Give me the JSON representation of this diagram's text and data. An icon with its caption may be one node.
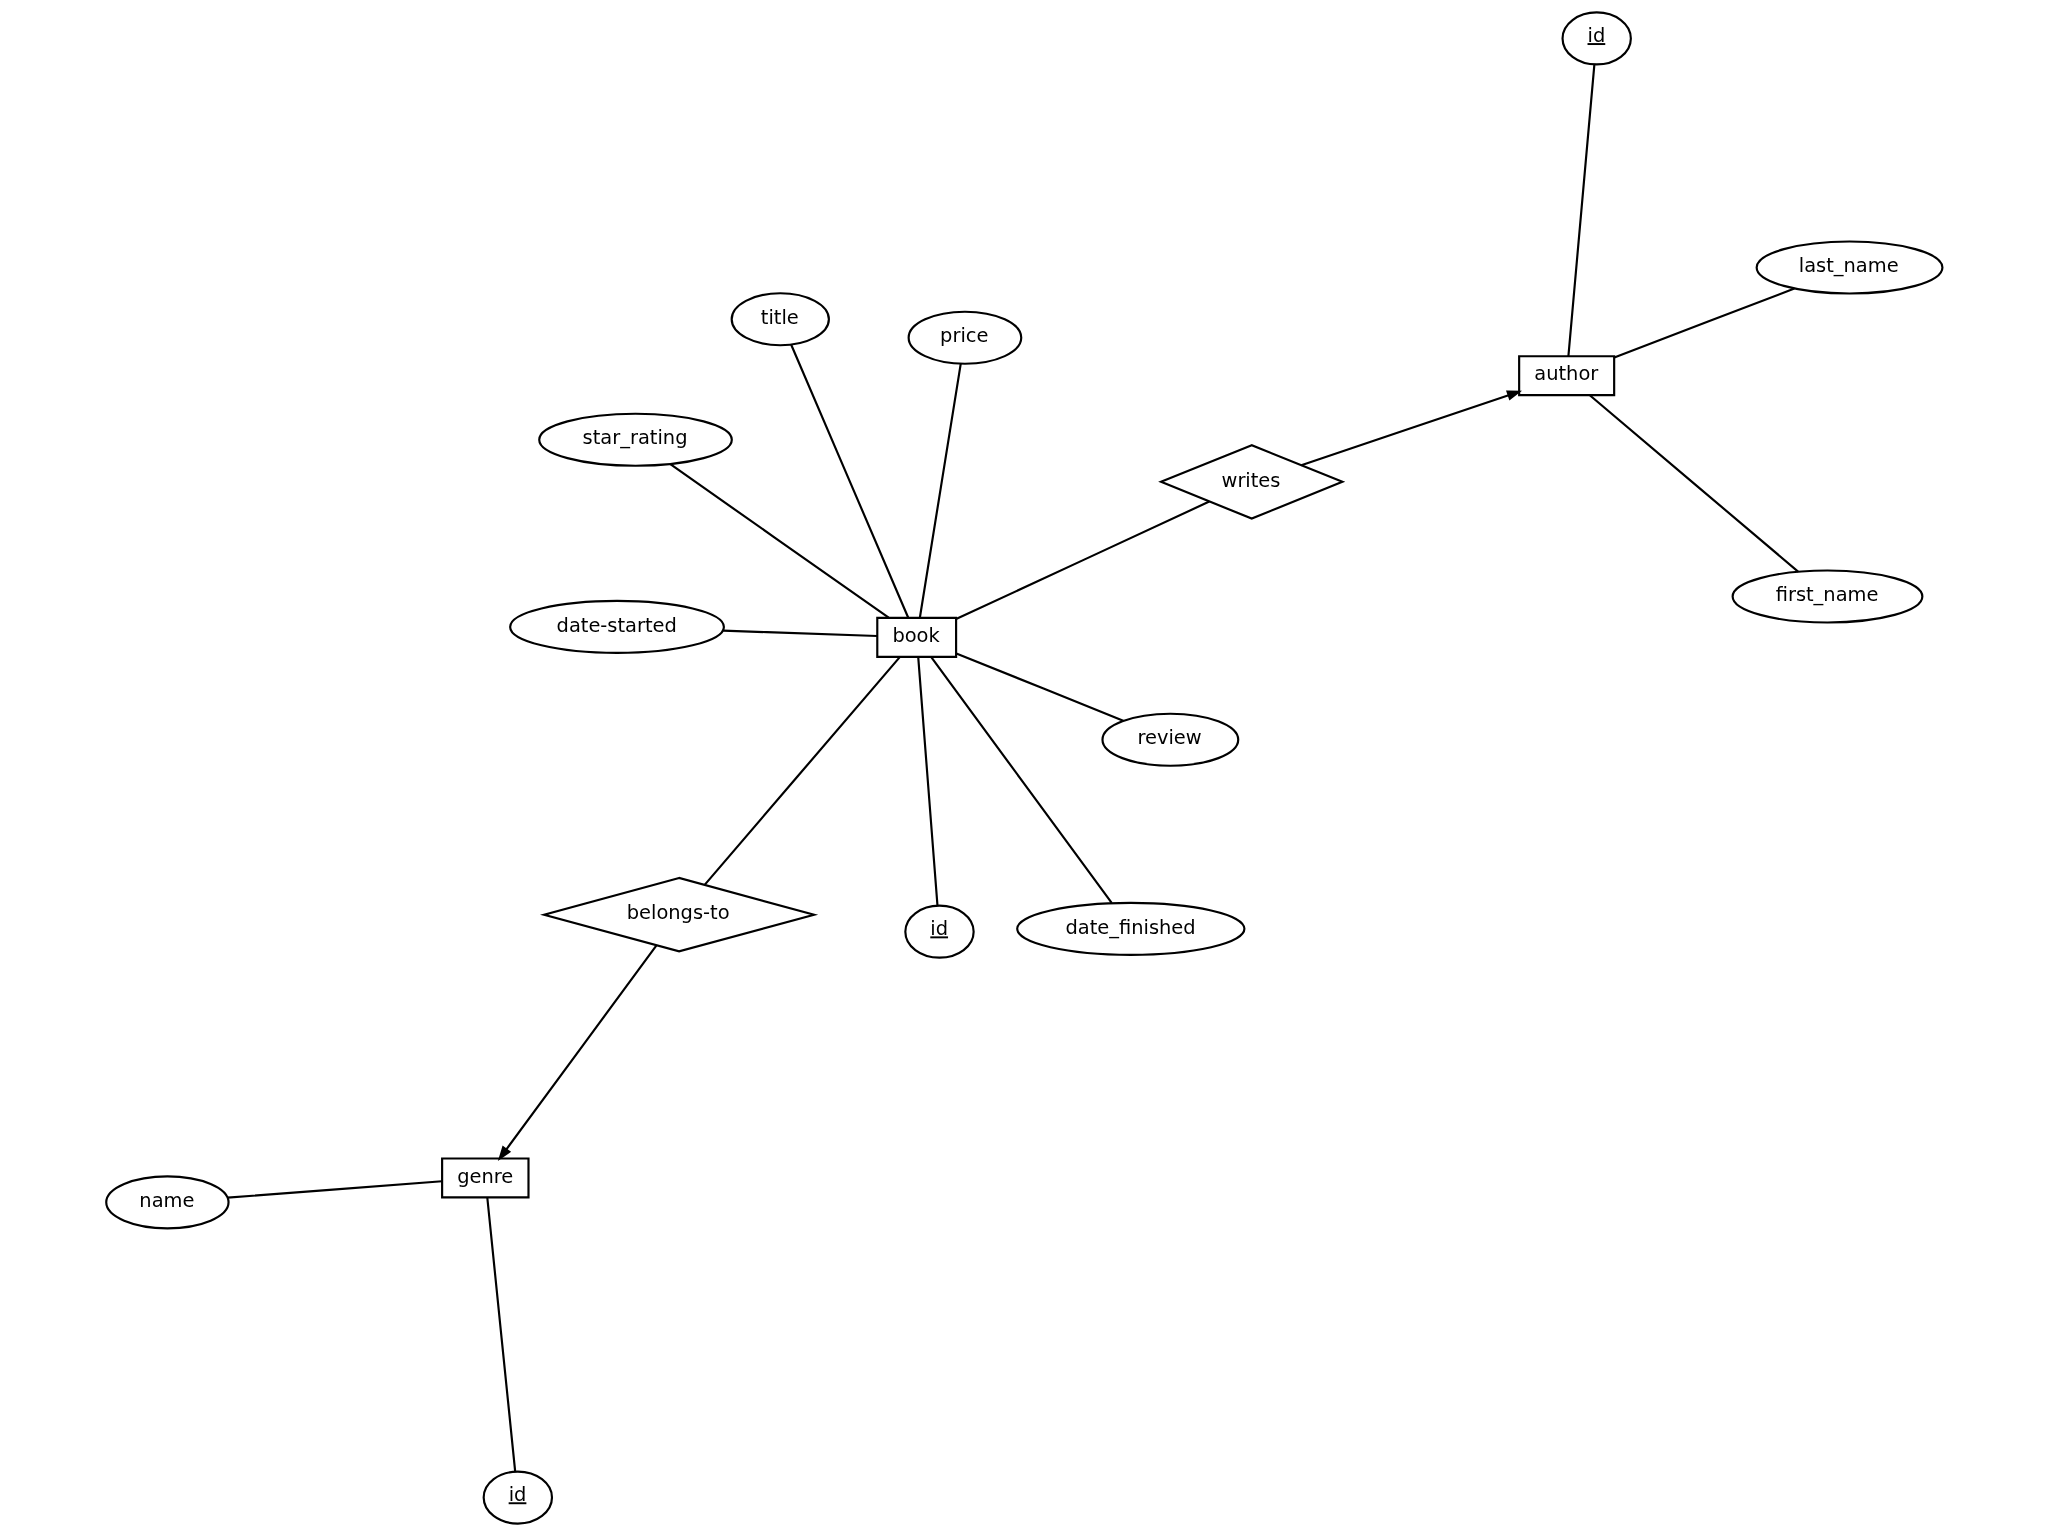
{
  "diagram": {
    "nodes": [
      {
        "text": [
          "book"
        ]
      },
      {
        "text": [
          "review"
        ]
      },
      {
        "text": [
          "id"
        ]
      },
      {
        "text": [
          "title"
        ]
      },
      {
        "text": [
          "price"
        ]
      },
      {
        "text": [
          "star_rating"
        ]
      },
      {
        "text": [
          "date-started"
        ]
      },
      {
        "text": [
          "date_finished"
        ]
      },
      {
        "text": [
          "belongs-to"
        ]
      },
      {
        "text": [
          "genre"
        ]
      },
      {
        "text": [
          "id"
        ]
      },
      {
        "text": [
          "name"
        ]
      },
      {
        "text": [
          "writes"
        ]
      },
      {
        "text": [
          "author"
        ]
      },
      {
        "text": [
          "id"
        ]
      },
      {
        "text": [
          "first_name"
        ]
      },
      {
        "text": [
          "last_name"
        ]
      }
    ],
    "edges": [
      {
        "from": 0,
        "to": 1,
        "arrow": "none"
      },
      {
        "from": 0,
        "to": 2,
        "arrow": "none"
      },
      {
        "from": 0,
        "to": 3,
        "arrow": "none"
      },
      {
        "from": 0,
        "to": 4,
        "arrow": "none"
      },
      {
        "from": 0,
        "to": 5,
        "arrow": "none"
      },
      {
        "from": 0,
        "to": 6,
        "arrow": "none"
      },
      {
        "from": 0,
        "to": 7,
        "arrow": "none"
      },
      {
        "from": 0,
        "to": 8,
        "arrow": "none"
      },
      {
        "from": 8,
        "to": 9,
        "arrow": "to"
      },
      {
        "from": 9,
        "to": 10,
        "arrow": "none"
      },
      {
        "from": 9,
        "to": 11,
        "arrow": "none"
      },
      {
        "from": 0,
        "to": 12,
        "arrow": "none"
      },
      {
        "from": 12,
        "to": 13,
        "arrow": "to"
      },
      {
        "from": 13,
        "to": 14,
        "arrow": "none"
      },
      {
        "from": 13,
        "to": 15,
        "arrow": "none"
      },
      {
        "from": 13,
        "to": 16,
        "arrow": "none"
      }
    ]
  }
}
